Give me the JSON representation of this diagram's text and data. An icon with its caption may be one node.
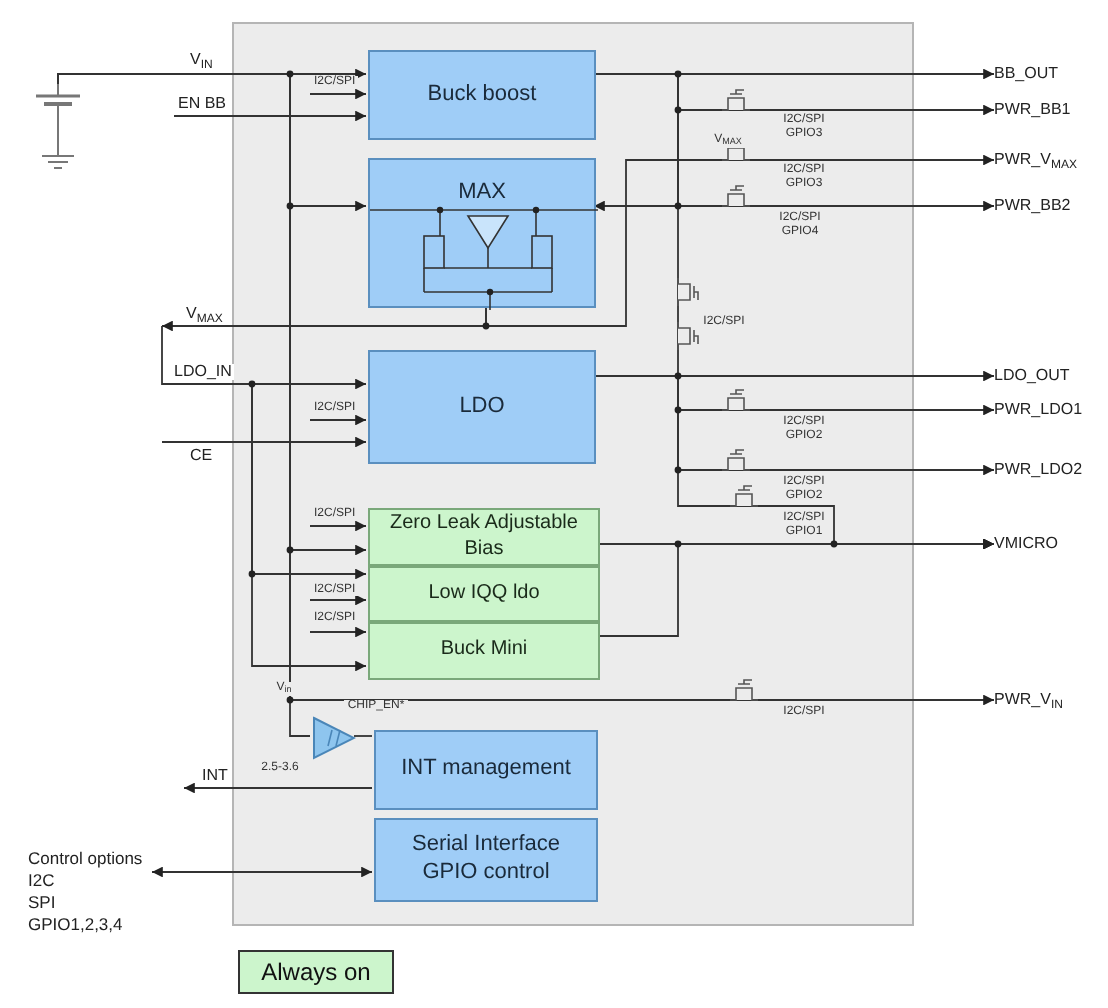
{
  "diagram": {
    "nodes": [
      {
        "text": [],
        "shape": "box"
      },
      {
        "text": [
          "Buck boost"
        ],
        "in": 0
      },
      {
        "text": [
          "MAX"
        ],
        "in": 0
      },
      {
        "text": [
          "LDO"
        ],
        "in": 0
      },
      {
        "text": [
          "Zero Leak Adjustable Bias"
        ],
        "in": 0
      },
      {
        "text": [
          "Low IQQ ldo"
        ],
        "in": 0
      },
      {
        "text": [
          "Buck Mini"
        ],
        "in": 0
      },
      {
        "text": [
          "INT management"
        ],
        "in": 0
      },
      {
        "text": [
          "Serial Interface GPIO control"
        ],
        "in": 0
      },
      {
        "text": [],
        "shape": "battery"
      },
      {
        "text": [],
        "shape": "triangle",
        "in": 0
      },
      {
        "text": [
          "Control options",
          "I2C",
          "SPI",
          "GPIO1,2,3,4"
        ]
      },
      {
        "text": [
          "BB_OUT"
        ]
      },
      {
        "text": [
          "PWR_BB1"
        ]
      },
      {
        "text": [
          "PWR_V$_{MAX}$"
        ]
      },
      {
        "text": [
          "PWR_BB2"
        ]
      },
      {
        "text": [
          "LDO_OUT"
        ]
      },
      {
        "text": [
          "PWR_LDO1"
        ]
      },
      {
        "text": [
          "PWR_LDO2"
        ]
      },
      {
        "text": [
          "VMICRO"
        ]
      },
      {
        "text": [
          "PWR_V$_{IN}$"
        ]
      }
    ],
    "edges": [
      {
        "from": 9,
        "to": 1,
        "arrow": "to",
        "label": "V$_{IN}$"
      },
      {
        "from": 9,
        "to": 2,
        "arrow": "to"
      },
      {
        "from": 9,
        "to": 4,
        "arrow": "to"
      },
      {
        "from": 9,
        "to": 10,
        "arrow": "none"
      },
      {
        "from": 9,
        "to": 20,
        "arrow": "to"
      },
      {
        "from": null,
        "to": 1,
        "arrow": "to",
        "label": "EN BB"
      },
      {
        "from": null,
        "to": 1,
        "arrow": "to",
        "label": "I2C/SPI"
      },
      {
        "from": 2,
        "to": null,
        "arrow": "to",
        "label": "V$_{MAX}$"
      },
      {
        "from": null,
        "to": 3,
        "arrow": "to",
        "label": "LDO_IN"
      },
      {
        "from": null,
        "to": 3,
        "arrow": "to",
        "label": "I2C/SPI"
      },
      {
        "from": null,
        "to": 3,
        "arrow": "to",
        "label": "CE"
      },
      {
        "from": null,
        "to": 4,
        "arrow": "to",
        "label": "I2C/SPI"
      },
      {
        "from": null,
        "to": 5,
        "arrow": "to"
      },
      {
        "from": null,
        "to": 5,
        "arrow": "to",
        "label": "I2C/SPI"
      },
      {
        "from": null,
        "to": 6,
        "arrow": "to",
        "label": "I2C/SPI"
      },
      {
        "from": null,
        "to": 6,
        "arrow": "to"
      },
      {
        "from": 10,
        "to": 7,
        "arrow": "none"
      },
      {
        "from": 7,
        "to": null,
        "arrow": "to",
        "label": "INT"
      },
      {
        "from": 11,
        "to": 8,
        "arrow": "both"
      },
      {
        "from": 1,
        "to": 12,
        "arrow": "to"
      },
      {
        "from": 1,
        "to": 13,
        "arrow": "to"
      },
      {
        "from": 1,
        "to": 15,
        "arrow": "to"
      },
      {
        "from": 1,
        "to": 2,
        "arrow": "to"
      },
      {
        "from": 2,
        "to": 14,
        "arrow": "to"
      },
      {
        "from": 3,
        "to": 16,
        "arrow": "to"
      },
      {
        "from": 3,
        "to": 17,
        "arrow": "to"
      },
      {
        "from": 3,
        "to": 18,
        "arrow": "to"
      },
      {
        "from": 4,
        "to": 19,
        "arrow": "to"
      },
      {
        "from": 6,
        "to": 19,
        "arrow": "to"
      },
      {
        "from": 3,
        "to": 19,
        "arrow": "to"
      },
      {
        "from": 1,
        "to": 3,
        "arrow": "none"
      }
    ],
    "labels": [
      "I2C/SPI GPIO3",
      "V$_{MAX}$",
      "I2C/SPI GPIO3",
      "I2C/SPI GPIO4",
      "I2C/SPI",
      "I2C/SPI GPIO2",
      "I2C/SPI GPIO2",
      "I2C/SPI GPIO1",
      "I2C/SPI",
      "V$_{in}$",
      "CHIP_EN*",
      "2.5-3.6"
    ],
    "legend": [
      {
        "text": "Always on",
        "color": "#ccf5cc"
      }
    ]
  }
}
